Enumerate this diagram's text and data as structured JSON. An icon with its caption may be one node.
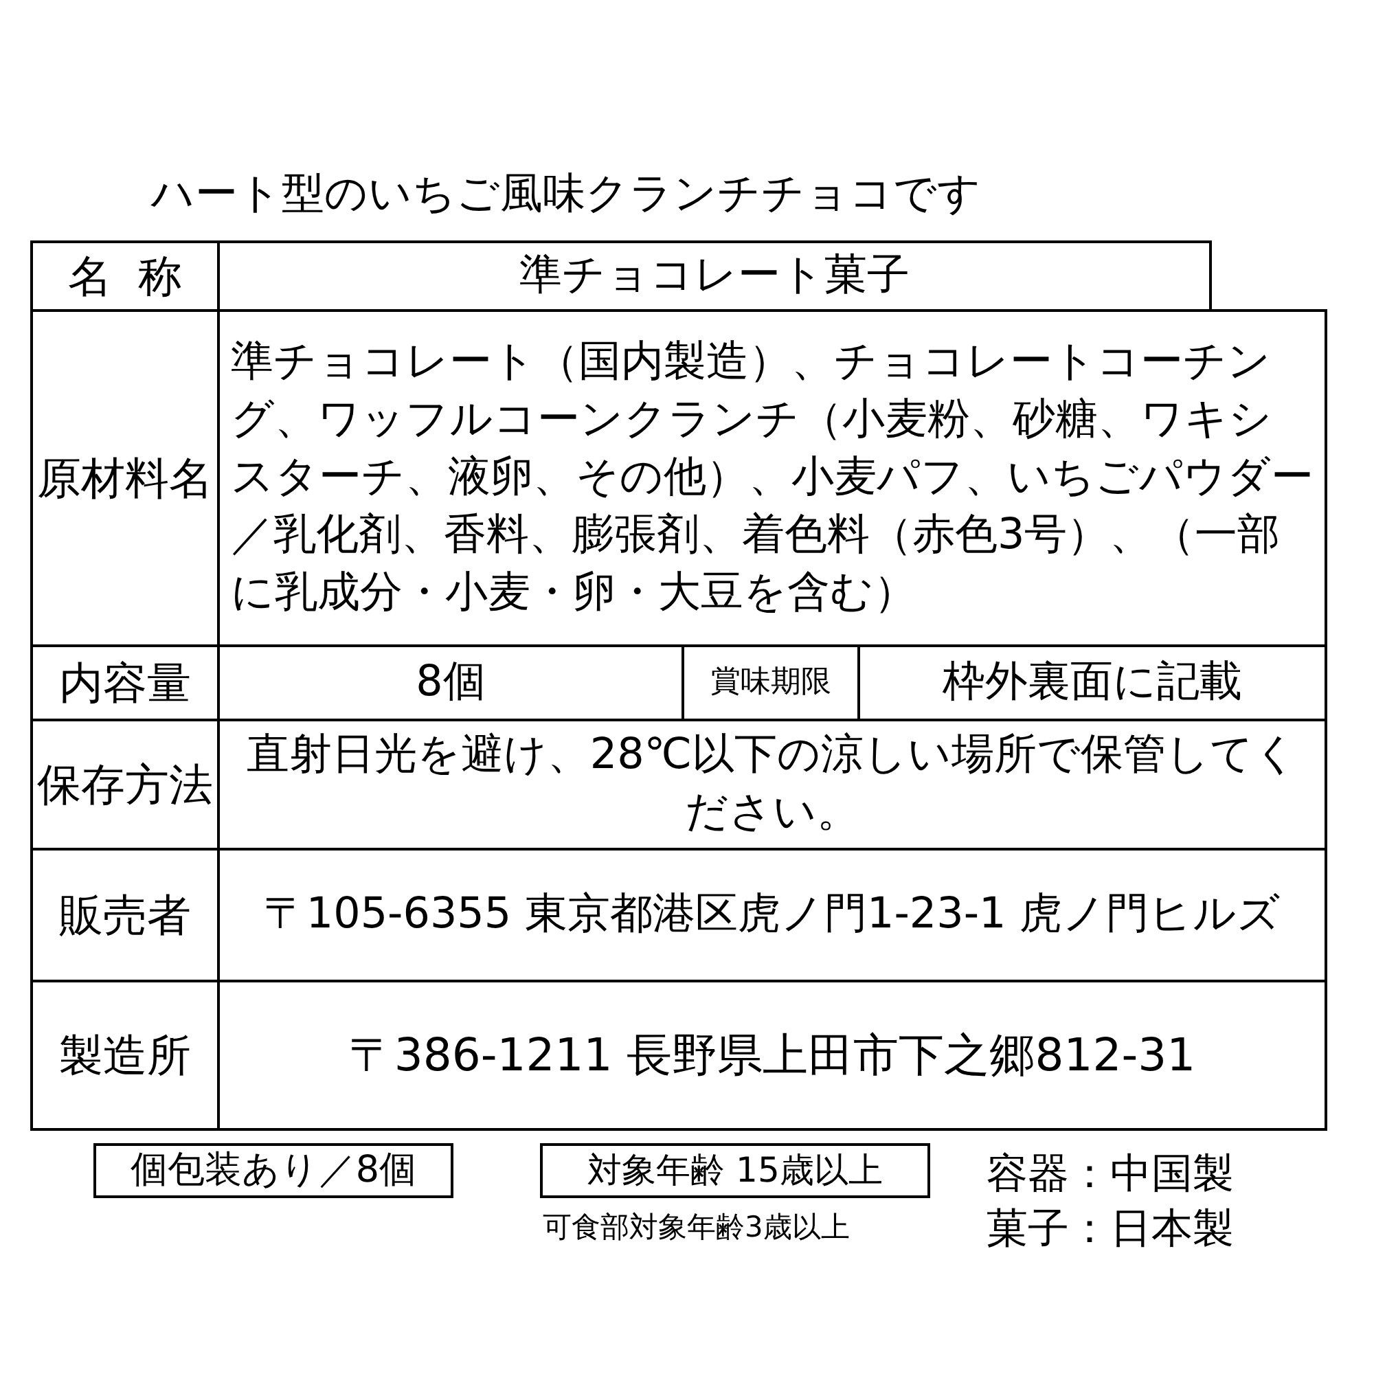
{
  "diagram": {
    "title": "ハート型のいちご風味クランチチョコです",
    "nodes": [
      {
        "text": [
          "個包装あり／8個"
        ]
      },
      {
        "text": [
          "対象年齢 15歳以上"
        ],
        "beside": [
          "可食部対象年齢3歳以上"
        ]
      }
    ],
    "labels": [
      "名称",
      "準チョコレート菓子",
      "原材料名",
      "準チョコレート（国内製造）、チョコレートコーチング、ワッフルコーンクランチ（小麦粉、砂糖、ワキシスターチ、液卵、その他）、小麦パフ、いちごパウダー／乳化剤、香料、膨張剤、着色料（赤色3号）、（一部に乳成分・小麦・卵・大豆を含む）",
      "内容量",
      "8個",
      "賞味期限",
      "枠外裏面に記載",
      "保存方法",
      "直射日光を避け、28℃以下の涼しい場所で保管してください。",
      "販売者",
      "〒105-6355 東京都港区虎ノ門1-23-1 虎ノ門ヒルズ",
      "製造所",
      "〒386-1211 長野県上田市下之郷812-31",
      "容器：中国製",
      "菓子：日本製"
    ]
  }
}
